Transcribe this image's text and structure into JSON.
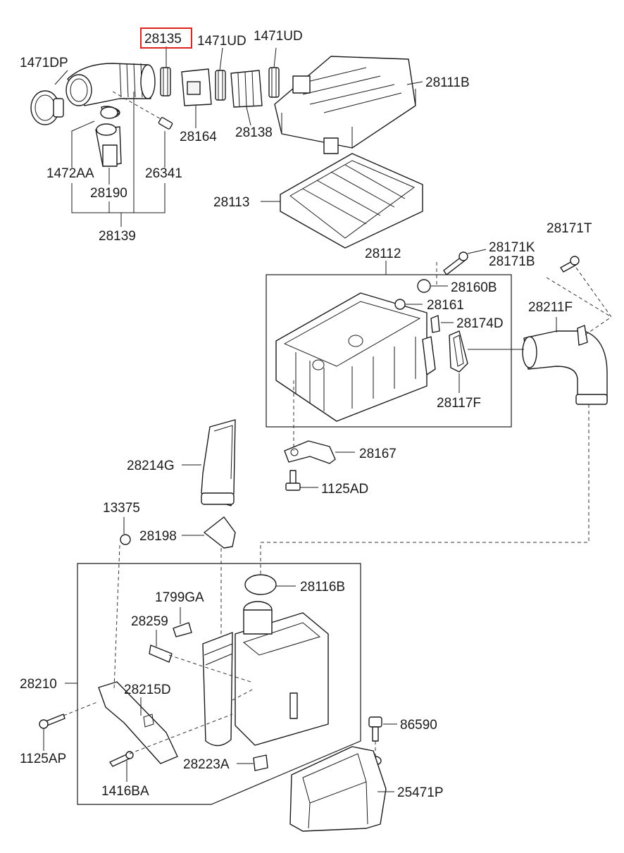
{
  "highlight_color": "#e0201c",
  "highlighted_part": "28135",
  "labels": {
    "p1471DP": "1471DP",
    "p28135": "28135",
    "p1471UD_a": "1471UD",
    "p1471UD_b": "1471UD",
    "p28111B": "28111B",
    "p28164": "28164",
    "p28138": "28138",
    "p1472AA": "1472AA",
    "p26341": "26341",
    "p28190": "28190",
    "p28113": "28113",
    "p28139": "28139",
    "p28112": "28112",
    "p28171K": "28171K",
    "p28171B": "28171B",
    "p28171T": "28171T",
    "p28160B": "28160B",
    "p28161": "28161",
    "p28174D": "28174D",
    "p28211F": "28211F",
    "p28117F": "28117F",
    "p28167": "28167",
    "p1125AD": "1125AD",
    "p28214G": "28214G",
    "p13375": "13375",
    "p28198": "28198",
    "p28116B": "28116B",
    "p1799GA": "1799GA",
    "p28259": "28259",
    "p28210": "28210",
    "p28215D": "28215D",
    "p86590": "86590",
    "p1125AP": "1125AP",
    "p28223A": "28223A",
    "p1416BA": "1416BA",
    "p25471P": "25471P"
  }
}
